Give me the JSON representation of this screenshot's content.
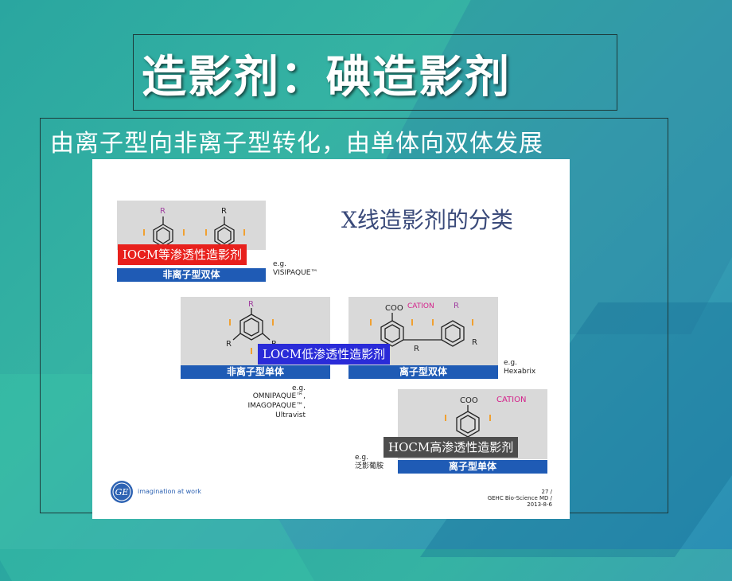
{
  "header": {
    "title": "造影剂：碘造影剂"
  },
  "content": {
    "subtitle": "由离子型向非离子型转化，由单体向双体发展",
    "figure": {
      "title": "X线造影剂的分类",
      "categories": {
        "iocm": {
          "tag": "IOCM等渗透性造影剂",
          "bar": "非离子型双体",
          "eg": "e.g.",
          "product": "VISIPAQUE™"
        },
        "locm": {
          "tag": "LOCM低渗透性造影剂",
          "bar": "非离子型单体",
          "eg": "e.g.",
          "products": [
            "OMNIPAQUE™,",
            "IMAGOPAQUE™,",
            "Ultravist"
          ]
        },
        "ionic_dimer": {
          "bar": "离子型双体",
          "eg": "e.g.",
          "product": "Hexabrix",
          "cation": "CATION+",
          "coo": "COO-"
        },
        "hocm": {
          "tag": "HOCM高渗透性造影剂",
          "bar": "离子型单体",
          "eg": "e.g.",
          "product": "泛影葡胺",
          "cation": "CATION+",
          "coo": "COO-"
        }
      },
      "footer": {
        "logo_text": "imagination at work",
        "page": "27 /",
        "org": "GEHC Bio-Science MD /",
        "date": "2013-8-6"
      },
      "colors": {
        "iocm": "#e8201c",
        "locm": "#2a2bd8",
        "hocm": "#4d4d4d",
        "bar": "#1f5bb5"
      }
    }
  }
}
